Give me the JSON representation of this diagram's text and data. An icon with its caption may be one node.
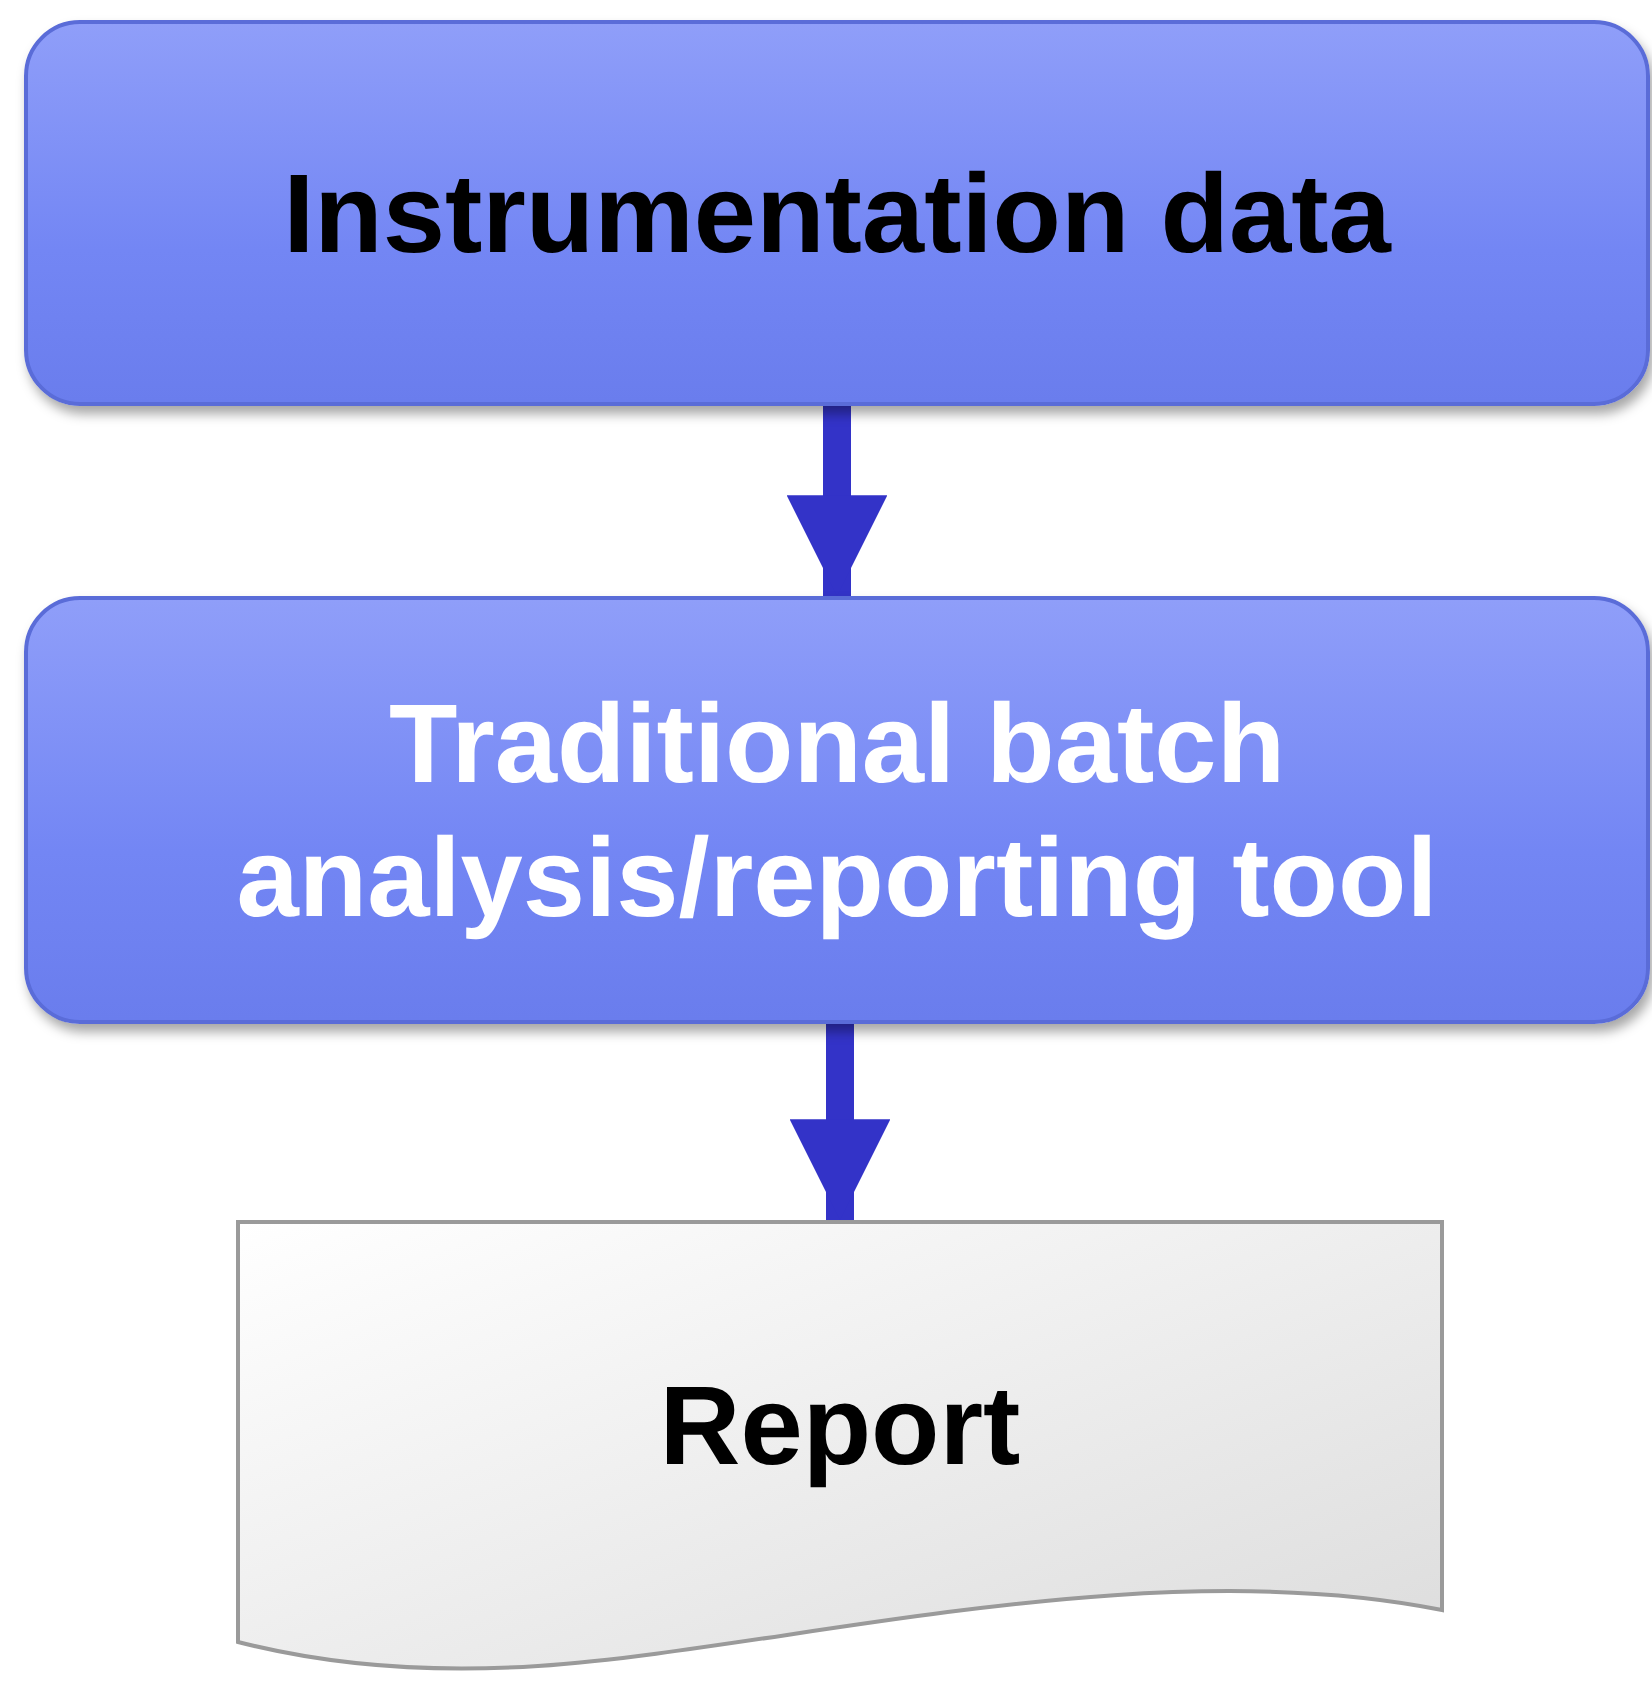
{
  "diagram": {
    "nodes": [
      {
        "text": [
          "Instrumentation data"
        ]
      },
      {
        "text": [
          "Traditional batch analysis/reporting tool"
        ]
      },
      {
        "text": [
          "Report"
        ]
      }
    ],
    "edges": [
      {
        "from": 0,
        "to": 1,
        "arrow": "to"
      },
      {
        "from": 1,
        "to": 2,
        "arrow": "to"
      }
    ]
  }
}
